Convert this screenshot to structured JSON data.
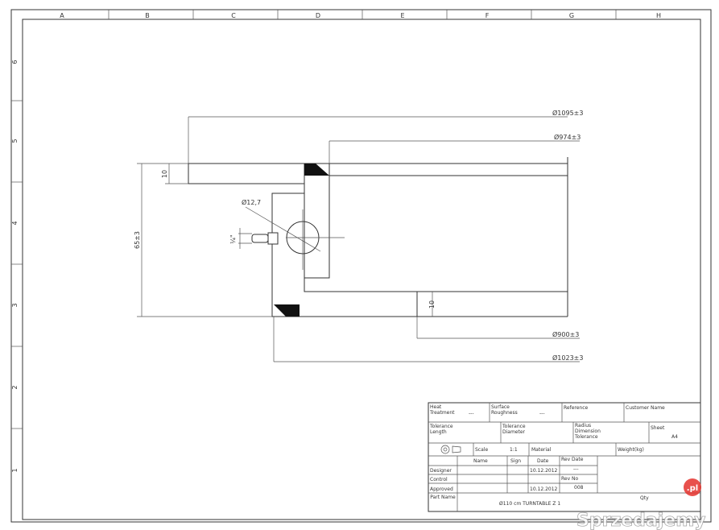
{
  "frame": {
    "columns": [
      "A",
      "B",
      "C",
      "D",
      "E",
      "F",
      "G",
      "H"
    ],
    "rows": [
      "6",
      "5",
      "4",
      "3",
      "2",
      "1"
    ]
  },
  "dimensions": {
    "d1095": "Ø1095±3",
    "d974": "Ø974±3",
    "d900": "Ø900±3",
    "d1023": "Ø1023±3",
    "height": "65±3",
    "plate_top": "10",
    "plate_bottom": "10",
    "ball": "Ø12,7",
    "fitting": "¼\""
  },
  "title_block": {
    "heat_treatment": "Heat Treatment",
    "heat_value": "---",
    "surface_roughness": "Surface Roughness",
    "surface_value": "---",
    "reference": "Reference",
    "customer_name": "Customer Name",
    "tolerance_length": "Tolerance Length",
    "tolerance_diameter": "Tolerance Diameter",
    "radius_tolerance": "Radius Dimension Tolerance",
    "sheet": "Sheet",
    "sheet_value": "A4",
    "scale": "Scale",
    "scale_value": "1:1",
    "material": "Material",
    "weight": "Weight(kg)",
    "col_name": "Name",
    "col_sign": "Sign",
    "col_date": "Date",
    "rev_date": "Rev Date",
    "rev_date_value": "---",
    "designer": "Designer",
    "designer_date": "10.12.2012",
    "control": "Control",
    "rev_no": "Rev No",
    "rev_no_value": "008",
    "approved": "Approved",
    "approved_date": "10.12.2012",
    "part_name": "Part Name",
    "part_value": "Ø110 cm TURNTABLE Z 1",
    "qty": "Qty"
  },
  "watermark": {
    "text": "Sprzedajemy",
    "badge": ".pl",
    "color": "#e5322d"
  }
}
